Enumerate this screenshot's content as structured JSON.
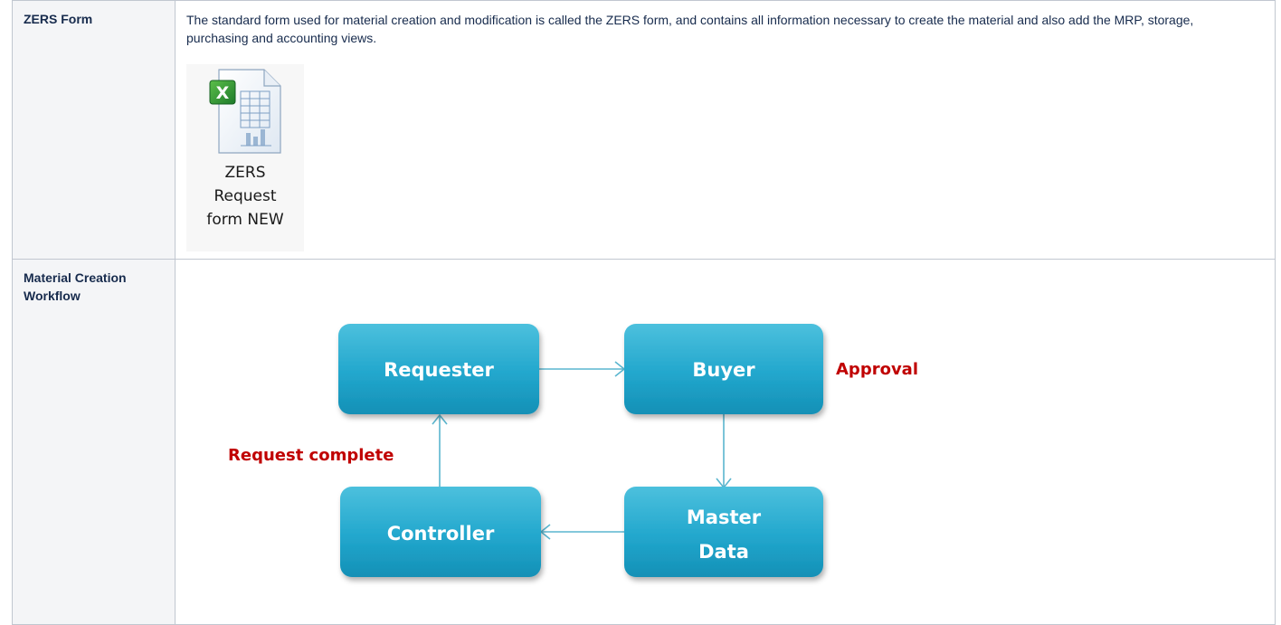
{
  "rows": [
    {
      "heading": "ZERS Form",
      "description": "The standard form used for material creation and modification is called the ZERS form, and contains all information necessary to create the material and also add the MRP, storage, purchasing and accounting views.",
      "attachment": {
        "icon": "excel-file-icon",
        "label_lines": [
          "ZERS",
          "Request",
          "form NEW"
        ]
      }
    },
    {
      "heading": "Material Creation Workflow",
      "workflow": {
        "nodes": {
          "requester": "Requester",
          "buyer": "Buyer",
          "master_data_line1": "Master",
          "master_data_line2": "Data",
          "controller": "Controller"
        },
        "annotations": {
          "approval": "Approval",
          "request_complete": "Request complete"
        }
      }
    }
  ],
  "colors": {
    "node_fill": "#1fa3c8",
    "node_highlight": "#4cc0dd",
    "arrow": "#5ab6cf",
    "annotation": "#c00000",
    "header_bg": "#f4f5f7",
    "border": "#c1c7d0"
  }
}
